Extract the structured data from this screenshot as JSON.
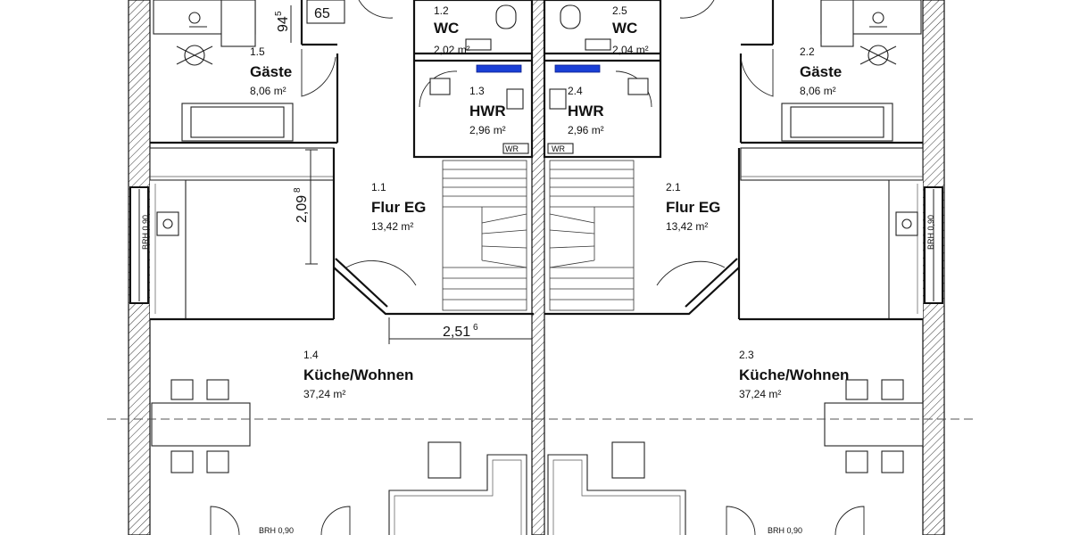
{
  "rooms": [
    {
      "id": "1.2",
      "name": "WC",
      "area": "2,02 m²"
    },
    {
      "id": "1.5",
      "name": "Gäste",
      "area": "8,06 m²"
    },
    {
      "id": "1.3",
      "name": "HWR",
      "area": "2,96 m²"
    },
    {
      "id": "1.1",
      "name": "Flur EG",
      "area": "13,42 m²"
    },
    {
      "id": "1.4",
      "name": "Küche/Wohnen",
      "area": "37,24 m²"
    },
    {
      "id": "2.5",
      "name": "WC",
      "area": "2,04 m²"
    },
    {
      "id": "2.2",
      "name": "Gäste",
      "area": "8,06 m²"
    },
    {
      "id": "2.4",
      "name": "HWR",
      "area": "2,96 m²"
    },
    {
      "id": "2.1",
      "name": "Flur EG",
      "area": "13,42 m²"
    },
    {
      "id": "2.3",
      "name": "Küche/Wohnen",
      "area": "37,24 m²"
    }
  ],
  "dimensions": {
    "d65": "65",
    "d94": "94",
    "d94_sup": "5",
    "d209": "2,09",
    "d209_sup": "8",
    "d251": "2,51",
    "d251_sup": "6"
  },
  "labels": {
    "wr_left": "WR",
    "wr_right": "WR",
    "brh_left": "BRH 0,90",
    "brh_right": "BRH 0,90",
    "brh_bottom_left": "BRH 0,90",
    "brh_bottom_right": "BRH 0,90"
  }
}
